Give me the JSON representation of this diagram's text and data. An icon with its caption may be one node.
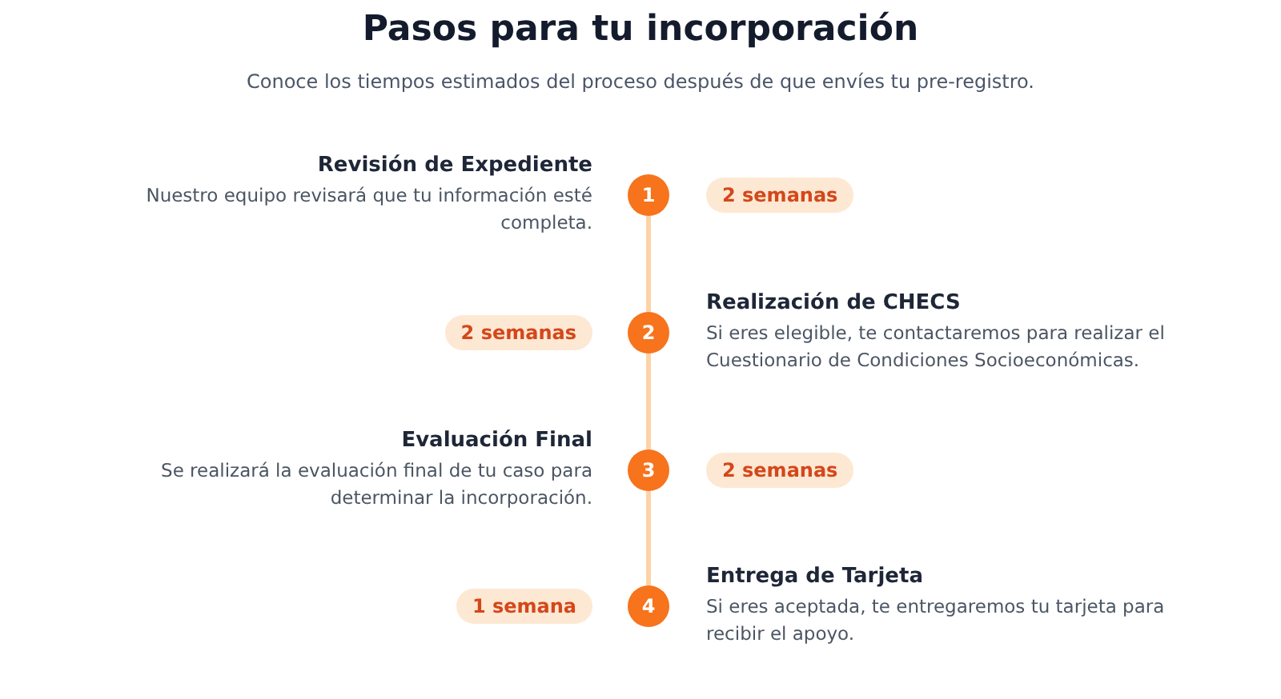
{
  "diagram": {
    "title": "Pasos para tu incorporación",
    "caption": "Conoce los tiempos estimados del proceso después de que envíes tu pre-registro.",
    "nodes": [
      {
        "text": [
          "1"
        ],
        "beside": [
          "Revisión de Expediente",
          "Nuestro equipo revisará que tu información esté completa."
        ]
      },
      {
        "text": [
          "2 semanas"
        ]
      },
      {
        "text": [
          "2 semanas"
        ]
      },
      {
        "text": [
          "2"
        ],
        "beside": [
          "Realización de CHECS",
          "Si eres elegible, te contactaremos para realizar el Cuestionario de Condiciones Socioeconómicas."
        ]
      },
      {
        "text": [
          "3"
        ],
        "beside": [
          "Evaluación Final",
          "Se realizará la evaluación final de tu caso para determinar la incorporación."
        ]
      },
      {
        "text": [
          "2 semanas"
        ]
      },
      {
        "text": [
          "1 semana"
        ]
      },
      {
        "text": [
          "4"
        ],
        "beside": [
          "Entrega de Tarjeta",
          "Si eres aceptada, te entregaremos tu tarjeta para recibir el apoyo."
        ]
      }
    ],
    "edges": [
      {
        "from": 0,
        "to": 3,
        "arrow": "none"
      },
      {
        "from": 3,
        "to": 4,
        "arrow": "none"
      },
      {
        "from": 4,
        "to": 7,
        "arrow": "none"
      }
    ]
  }
}
